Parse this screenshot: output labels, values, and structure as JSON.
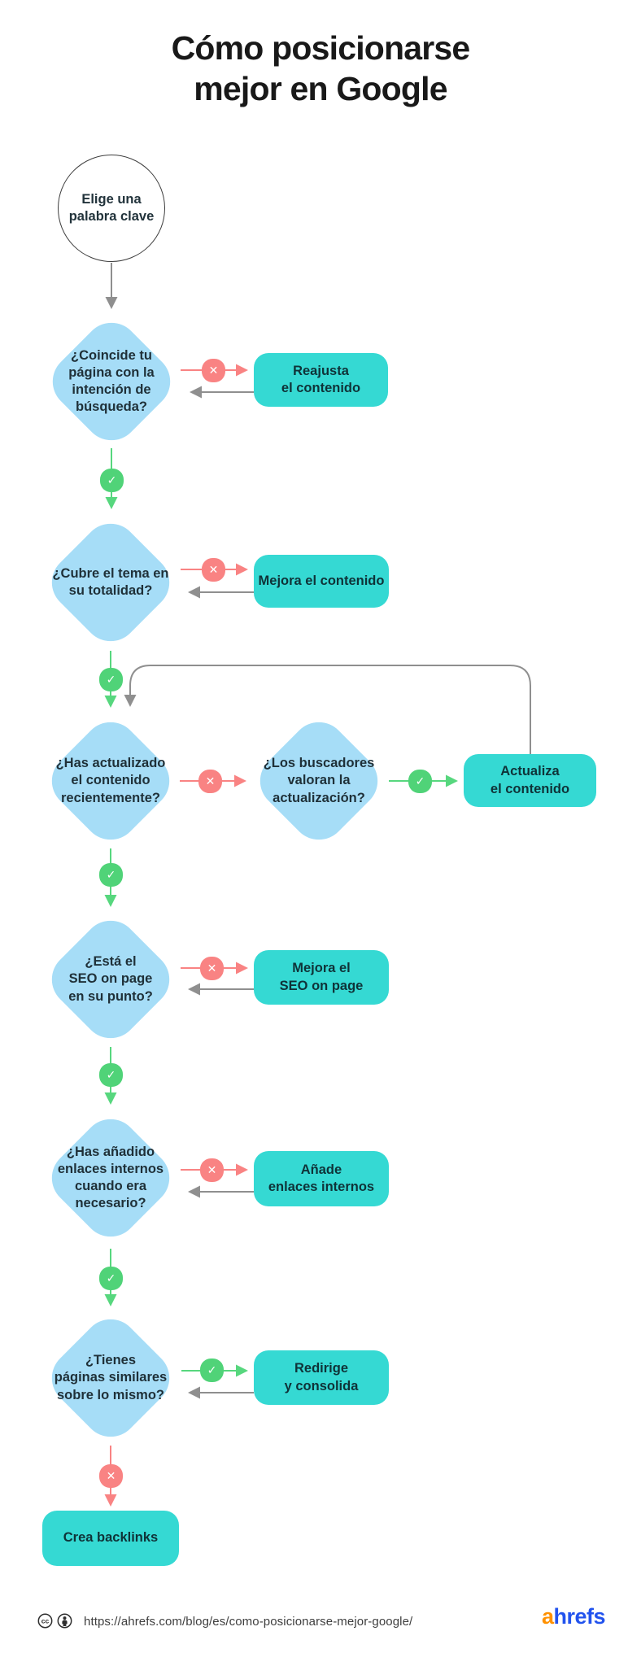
{
  "title": "Cómo posicionarse\nmejor en Google",
  "badges": {
    "yes": "✓",
    "no": "✕"
  },
  "nodes": {
    "start": "Elige una\npalabra clave",
    "q_intent": "¿Coincide tu\npágina con la\nintención de\nbúsqueda?",
    "a_reajusta": "Reajusta\nel contenido",
    "q_tema": "¿Cubre el tema en\nsu totalidad?",
    "a_mejora_contenido": "Mejora el contenido",
    "q_actualizado": "¿Has actualizado\nel contenido\nrecientemente?",
    "q_buscadores": "¿Los buscadores\nvaloran la\nactualización?",
    "a_actualiza": "Actualiza\nel contenido",
    "q_seo": "¿Está el\nSEO on page\nen su punto?",
    "a_mejora_seo": "Mejora el\nSEO on page",
    "q_enlaces": "¿Has añadido\nenlaces internos\ncuando era\nnecesario?",
    "a_anade": "Añade\nenlaces internos",
    "q_similares": "¿Tienes\npáginas similares\nsobre lo mismo?",
    "a_redirige": "Redirige\ny consolida",
    "a_backlinks": "Crea backlinks"
  },
  "footer": {
    "url": "https://ahrefs.com/blog/es/como-posicionarse-mejor-google/",
    "logo": {
      "first": "a",
      "rest": "hrefs"
    },
    "license_icons": [
      "cc",
      "by"
    ]
  },
  "colors": {
    "diamond_fill": "#A6DDF7",
    "action_fill": "#35D9D3",
    "no_red": "#F98383",
    "yes_green": "#50D378",
    "line_gray": "#8F8F8F",
    "text_dark": "#1f3038",
    "logo_orange": "#FF9100",
    "logo_blue": "#2253EE"
  }
}
